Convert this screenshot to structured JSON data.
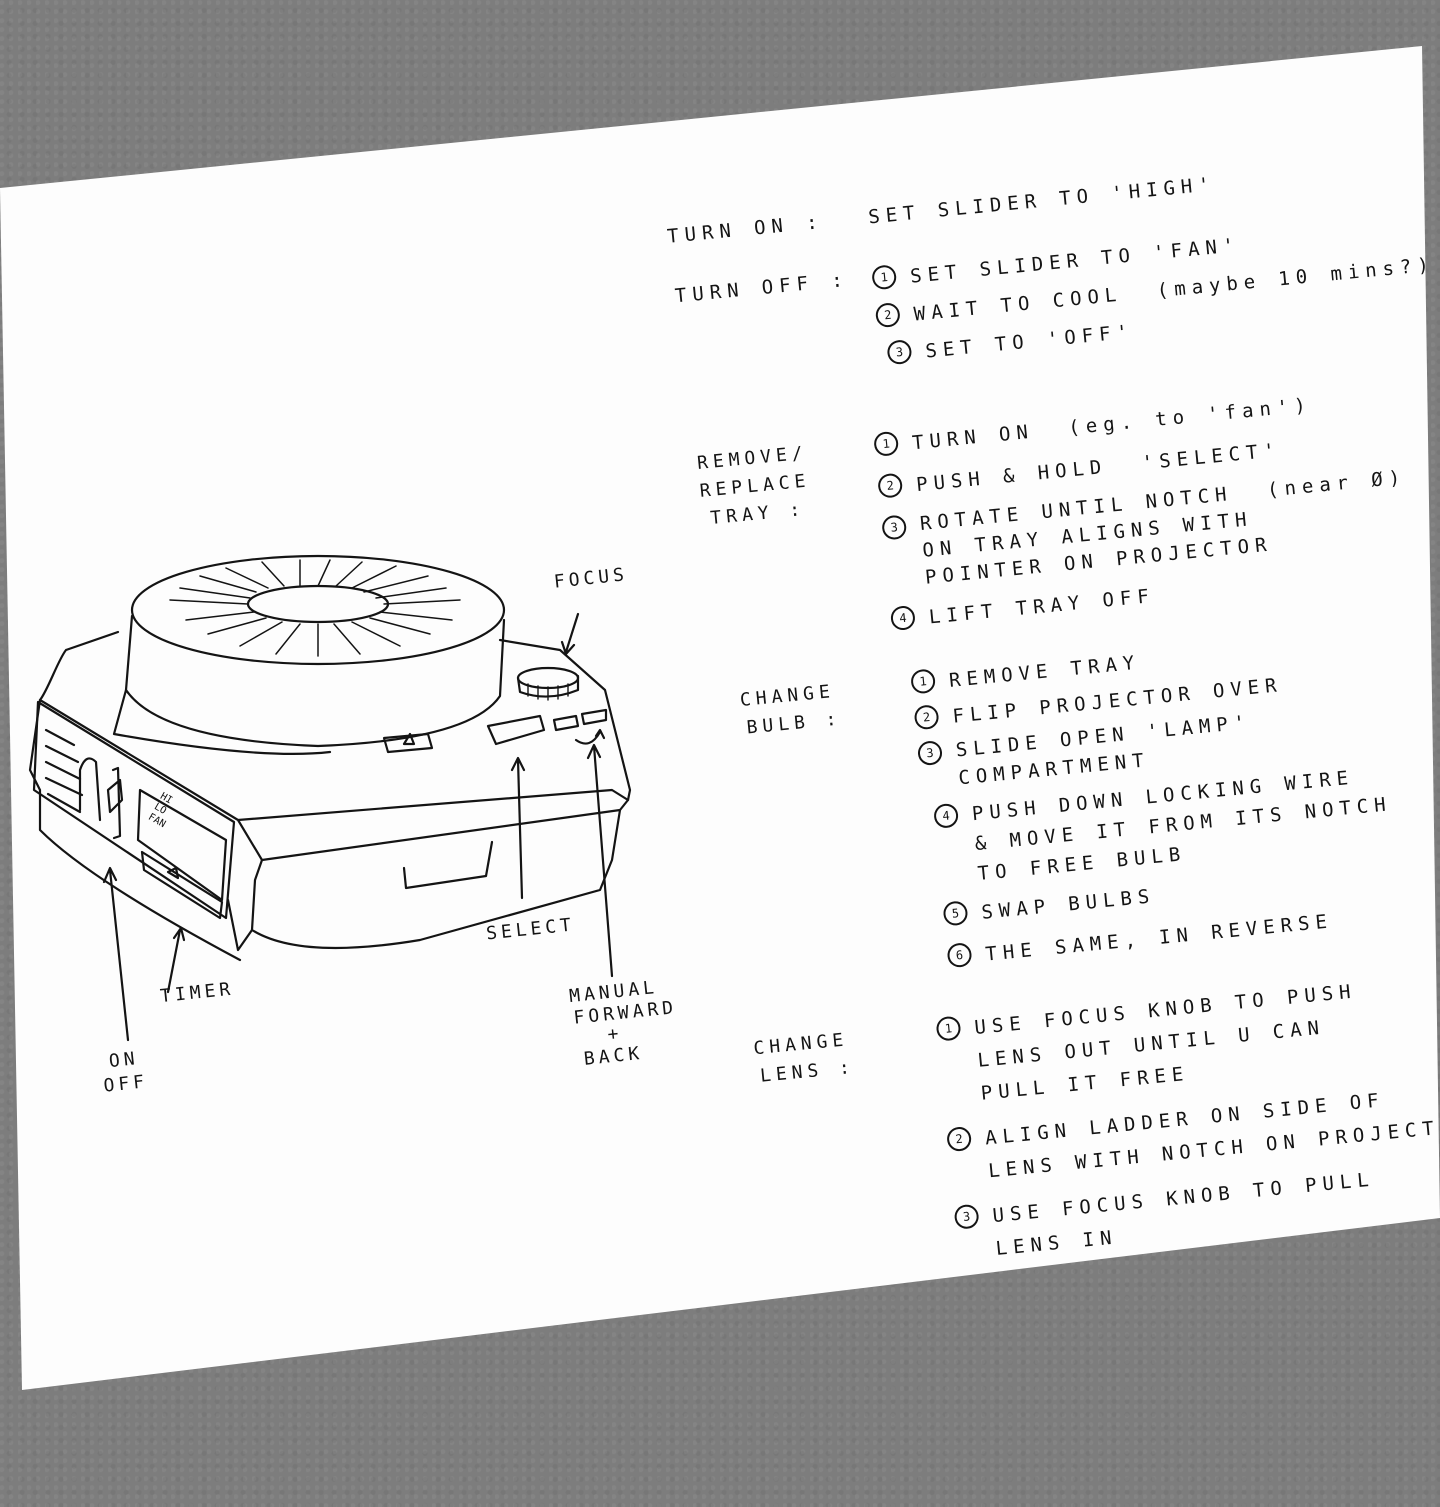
{
  "labels": {
    "focus": "FOCUS",
    "select": "SELECT",
    "timer": "TIMER",
    "on_off": [
      "ON",
      "OFF"
    ],
    "manual": [
      "MANUAL",
      "FORWARD",
      "+",
      "BACK"
    ],
    "slider": [
      "HI",
      "LO",
      "FAN"
    ]
  },
  "sections": {
    "turn_on": {
      "label": "TURN ON :",
      "text": "SET SLIDER TO 'HIGH'"
    },
    "turn_off": {
      "label": "TURN OFF :",
      "steps": [
        {
          "num": "1",
          "text": "SET SLIDER TO 'FAN'"
        },
        {
          "num": "2",
          "text": "WAIT TO COOL  (maybe 10 mins?)"
        },
        {
          "num": "3",
          "text": "SET TO 'OFF'"
        }
      ]
    },
    "tray": {
      "label": [
        "REMOVE/",
        "REPLACE",
        "TRAY :"
      ],
      "steps": [
        {
          "num": "1",
          "text": "TURN ON  (eg. to 'fan')"
        },
        {
          "num": "2",
          "text": "PUSH & HOLD  'SELECT'"
        },
        {
          "num": "3",
          "text": "ROTATE UNTIL NOTCH  (near Ø)\nON TRAY ALIGNS WITH\nPOINTER ON PROJECTOR"
        },
        {
          "num": "4",
          "text": "LIFT TRAY OFF"
        }
      ]
    },
    "bulb": {
      "label": [
        "CHANGE",
        "BULB :"
      ],
      "steps": [
        {
          "num": "1",
          "text": "REMOVE TRAY"
        },
        {
          "num": "2",
          "text": "FLIP PROJECTOR OVER"
        },
        {
          "num": "3",
          "text": "SLIDE OPEN 'LAMP'\nCOMPARTMENT"
        },
        {
          "num": "4",
          "text": "PUSH DOWN LOCKING WIRE\n& MOVE IT FROM ITS NOTCH\nTO FREE BULB"
        },
        {
          "num": "5",
          "text": "SWAP BULBS"
        },
        {
          "num": "6",
          "text": "THE SAME, IN REVERSE"
        }
      ]
    },
    "lens": {
      "label": [
        "CHANGE",
        "LENS :"
      ],
      "steps": [
        {
          "num": "1",
          "text": "USE FOCUS KNOB TO PUSH\nLENS OUT UNTIL U CAN\nPULL IT FREE"
        },
        {
          "num": "2",
          "text": "ALIGN LADDER ON SIDE OF\nLENS WITH NOTCH ON PROJECTOR"
        },
        {
          "num": "3",
          "text": "USE FOCUS KNOB TO PULL\nLENS IN"
        }
      ]
    }
  }
}
